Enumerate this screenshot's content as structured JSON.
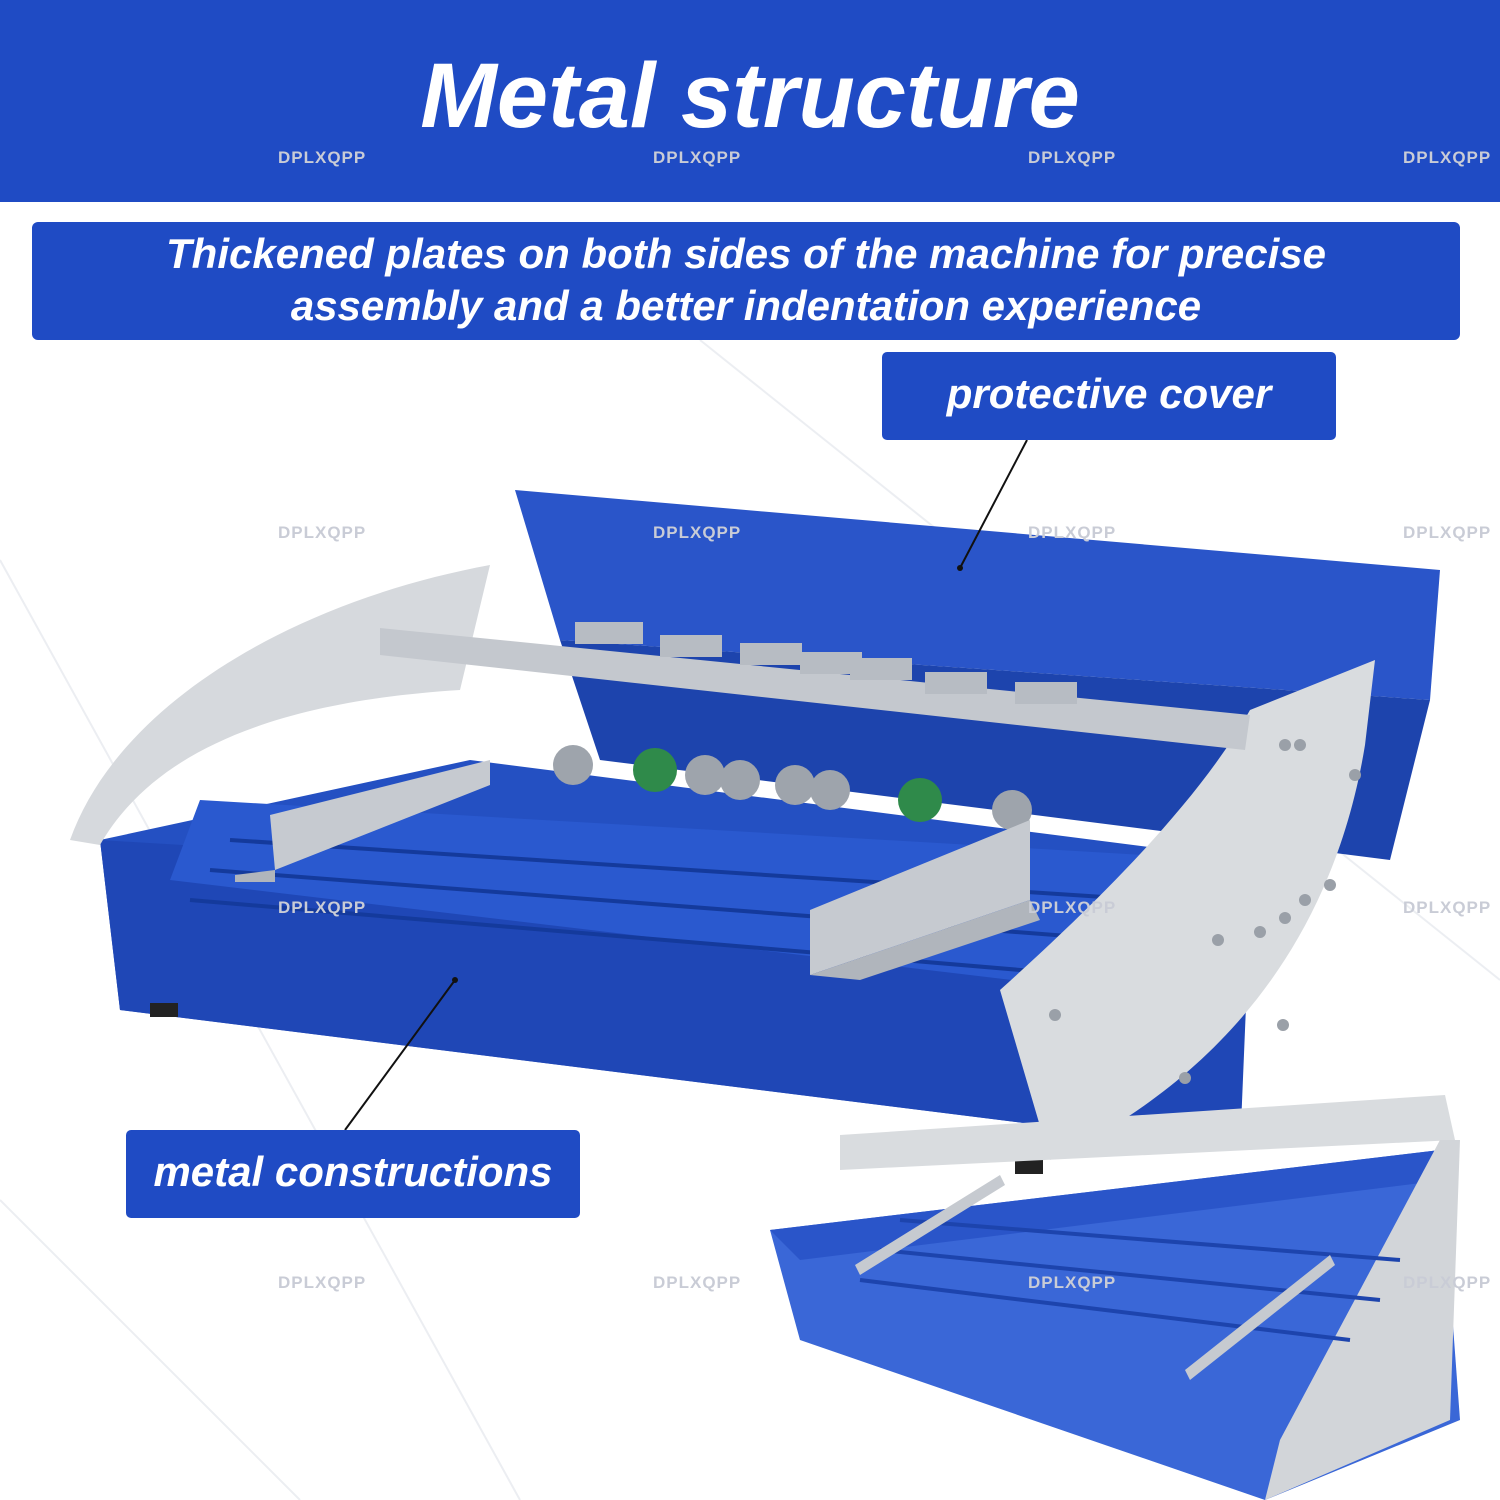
{
  "header": {
    "title": "Metal structure"
  },
  "description": {
    "line1": "Thickened plates on both sides of the machine for precise",
    "line2": "assembly and a better indentation experience"
  },
  "callouts": {
    "cover": "protective cover",
    "metal": "metal constructions"
  },
  "watermark": "DPLXQPP",
  "colors": {
    "brand_blue": "#1f4bc4",
    "machine_blue": "#2248b8",
    "plate_gray": "#d9dcdf"
  }
}
